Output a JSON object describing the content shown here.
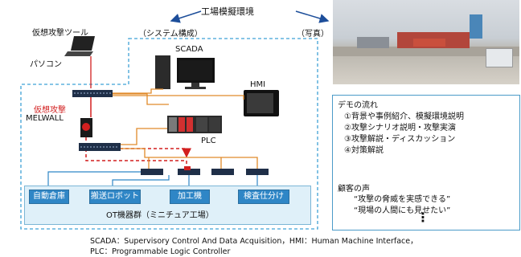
{
  "header": {
    "env_title": "工場模擬環境",
    "system_config": "（システム構成）",
    "photo_label": "（写真）"
  },
  "nodes": {
    "attack_tool": "仮想攻撃ツール",
    "pc": "パソコン",
    "scada": "SCADA",
    "hmi": "HMI",
    "virtual_attack": "仮想攻撃",
    "melwall": "MELWALL",
    "plc": "PLC"
  },
  "ot_area": {
    "title": "OT機器群（ミニチュア工場）",
    "items": [
      "自動倉庫",
      "搬送ロボット",
      "加工機",
      "検査仕分け"
    ]
  },
  "demo": {
    "flow_title": "デモの流れ",
    "steps": [
      "①背景や事例紹介、模擬環境説明",
      "②攻撃シナリオ説明・攻撃実演",
      "③攻撃解説・ディスカッション",
      "④対策解説"
    ],
    "voice_title": "顧客の声",
    "voices": [
      "“攻撃の脅威を実感できる”",
      "“現場の人間にも見せたい”"
    ],
    "ellipsis": "⋮"
  },
  "footnote": {
    "line1": "SCADA：Supervisory Control And Data Acquisition，HMI：Human Machine Interface，",
    "line2": "PLC：Programmable Logic Controller"
  },
  "colors": {
    "network_line": "#e08a2a",
    "attack_red": "#d21f1f",
    "dashed_border": "#3fa2d6",
    "ot_fill": "#dff0f9",
    "ot_item": "#2f86c6"
  }
}
